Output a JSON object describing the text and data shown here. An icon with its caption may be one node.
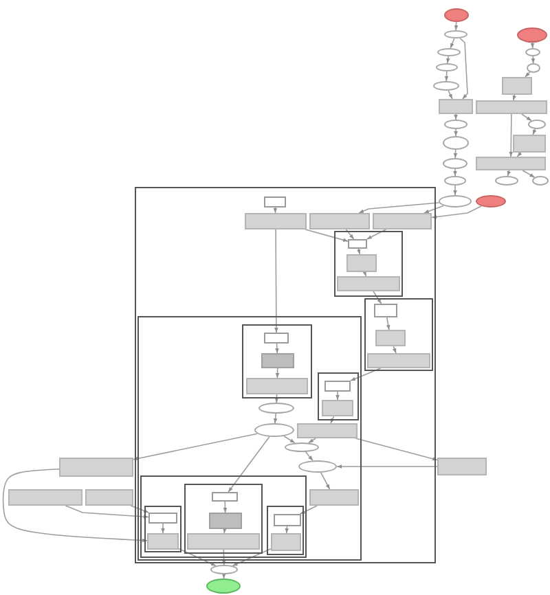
{
  "diagram": {
    "nodes": [
      {
        "text": [],
        "shape": "ellipse"
      },
      {
        "text": [],
        "shape": "ellipse"
      },
      {
        "text": [],
        "shape": "ellipse"
      },
      {
        "text": [],
        "shape": "ellipse"
      },
      {
        "text": [],
        "shape": "ellipse"
      },
      {
        "text": [],
        "shape": "ellipse"
      },
      {
        "text": [],
        "shape": "ellipse"
      },
      {
        "text": [],
        "shape": "box"
      },
      {
        "text": [],
        "shape": "ellipse"
      },
      {
        "text": [],
        "shape": "box"
      },
      {
        "text": [],
        "shape": "box"
      },
      {
        "text": [],
        "shape": "ellipse"
      },
      {
        "text": [],
        "shape": "ellipse"
      },
      {
        "text": [],
        "shape": "box"
      },
      {
        "text": [],
        "shape": "ellipse"
      },
      {
        "text": [],
        "shape": "box"
      },
      {
        "text": [],
        "shape": "ellipse"
      },
      {
        "text": [],
        "shape": "ellipse"
      },
      {
        "text": [],
        "shape": "ellipse"
      },
      {
        "text": [],
        "shape": "ellipse"
      },
      {
        "text": [],
        "shape": "box"
      },
      {
        "text": [],
        "shape": "box",
        "in": 20
      },
      {
        "text": [],
        "shape": "ellipse"
      },
      {
        "text": [],
        "shape": "ellipse"
      },
      {
        "text": [],
        "shape": "box",
        "in": 20
      },
      {
        "text": [],
        "shape": "box",
        "in": 20
      },
      {
        "text": [],
        "shape": "box",
        "in": 20
      },
      {
        "text": [],
        "shape": "box",
        "in": 20
      },
      {
        "text": [],
        "shape": "box",
        "in": 27
      },
      {
        "text": [],
        "shape": "box",
        "in": 27
      },
      {
        "text": [],
        "shape": "box",
        "in": 27
      },
      {
        "text": [],
        "shape": "box",
        "in": 20
      },
      {
        "text": [],
        "shape": "box",
        "in": 31
      },
      {
        "text": [],
        "shape": "box",
        "in": 31
      },
      {
        "text": [],
        "shape": "box",
        "in": 31
      },
      {
        "text": [],
        "shape": "box",
        "in": 20
      },
      {
        "text": [],
        "shape": "box",
        "in": 35
      },
      {
        "text": [],
        "shape": "box",
        "in": 36
      },
      {
        "text": [],
        "shape": "box",
        "in": 36
      },
      {
        "text": [],
        "shape": "box",
        "in": 36
      },
      {
        "text": [],
        "shape": "box",
        "in": 35
      },
      {
        "text": [],
        "shape": "box",
        "in": 40
      },
      {
        "text": [],
        "shape": "box",
        "in": 40
      },
      {
        "text": [],
        "shape": "ellipse",
        "in": 35
      },
      {
        "text": [],
        "shape": "ellipse",
        "in": 35
      },
      {
        "text": [],
        "shape": "box",
        "in": 35
      },
      {
        "text": [],
        "shape": "ellipse",
        "in": 35
      },
      {
        "text": [],
        "shape": "box"
      },
      {
        "text": [],
        "shape": "box"
      },
      {
        "text": [],
        "shape": "ellipse",
        "in": 35
      },
      {
        "text": [],
        "shape": "box",
        "in": 35
      },
      {
        "text": [],
        "shape": "box",
        "in": 50
      },
      {
        "text": [],
        "shape": "box",
        "in": 51
      },
      {
        "text": [],
        "shape": "box"
      },
      {
        "text": [],
        "shape": "box"
      },
      {
        "text": [],
        "shape": "box",
        "in": 35
      },
      {
        "text": [],
        "shape": "box",
        "in": 50
      },
      {
        "text": [],
        "shape": "box",
        "in": 56
      },
      {
        "text": [],
        "shape": "box",
        "in": 51
      },
      {
        "text": [],
        "shape": "box",
        "in": 50
      },
      {
        "text": [],
        "shape": "box",
        "in": 59
      },
      {
        "text": [],
        "shape": "box",
        "in": 56
      },
      {
        "text": [],
        "shape": "box",
        "in": 51
      },
      {
        "text": [],
        "shape": "box",
        "in": 59
      },
      {
        "text": [],
        "shape": "ellipse"
      },
      {
        "text": [],
        "shape": "ellipse"
      }
    ],
    "edges": [
      {
        "from": 0,
        "to": 1,
        "arrow": "to"
      },
      {
        "from": 1,
        "to": 3,
        "arrow": "to"
      },
      {
        "from": 3,
        "to": 5,
        "arrow": "to"
      },
      {
        "from": 5,
        "to": 8,
        "arrow": "to"
      },
      {
        "from": 8,
        "to": 9,
        "arrow": "to"
      },
      {
        "from": 1,
        "to": 9,
        "arrow": "to"
      },
      {
        "from": 2,
        "to": 4,
        "arrow": "to"
      },
      {
        "from": 4,
        "to": 6,
        "arrow": "to"
      },
      {
        "from": 6,
        "to": 7,
        "arrow": "to"
      },
      {
        "from": 7,
        "to": 10,
        "arrow": "to"
      },
      {
        "from": 9,
        "to": 11,
        "arrow": "to"
      },
      {
        "from": 10,
        "to": 12,
        "arrow": "to"
      },
      {
        "from": 12,
        "to": 13,
        "arrow": "to"
      },
      {
        "from": 13,
        "to": 15,
        "arrow": "to"
      },
      {
        "from": 10,
        "to": 15,
        "arrow": "to"
      },
      {
        "from": 11,
        "to": 14,
        "arrow": "to"
      },
      {
        "from": 14,
        "to": 16,
        "arrow": "to"
      },
      {
        "from": 16,
        "to": 17,
        "arrow": "to"
      },
      {
        "from": 15,
        "to": 18,
        "arrow": "to"
      },
      {
        "from": 15,
        "to": 19,
        "arrow": "to"
      },
      {
        "from": 17,
        "to": 22,
        "arrow": "to"
      },
      {
        "from": 22,
        "to": 25,
        "arrow": "to"
      },
      {
        "from": 22,
        "to": 26,
        "arrow": "to"
      },
      {
        "from": 23,
        "to": 26,
        "arrow": "to"
      },
      {
        "from": 21,
        "to": 24,
        "arrow": "to"
      },
      {
        "from": 24,
        "to": 28,
        "arrow": "to"
      },
      {
        "from": 25,
        "to": 28,
        "arrow": "to"
      },
      {
        "from": 26,
        "to": 28,
        "arrow": "to"
      },
      {
        "from": 28,
        "to": 29,
        "arrow": "to"
      },
      {
        "from": 29,
        "to": 30,
        "arrow": "to"
      },
      {
        "from": 30,
        "to": 32,
        "arrow": "to"
      },
      {
        "from": 32,
        "to": 33,
        "arrow": "to"
      },
      {
        "from": 33,
        "to": 34,
        "arrow": "to"
      },
      {
        "from": 24,
        "to": 37,
        "arrow": "to"
      },
      {
        "from": 37,
        "to": 38,
        "arrow": "to"
      },
      {
        "from": 38,
        "to": 39,
        "arrow": "to"
      },
      {
        "from": 39,
        "to": 43,
        "arrow": "to"
      },
      {
        "from": 43,
        "to": 44,
        "arrow": "to"
      },
      {
        "from": 34,
        "to": 41,
        "arrow": "to"
      },
      {
        "from": 41,
        "to": 42,
        "arrow": "to"
      },
      {
        "from": 42,
        "to": 45,
        "arrow": "to"
      },
      {
        "from": 44,
        "to": 46,
        "arrow": "to"
      },
      {
        "from": 45,
        "to": 46,
        "arrow": "to"
      },
      {
        "from": 46,
        "to": 49,
        "arrow": "to"
      },
      {
        "from": 45,
        "to": 47,
        "arrow": "to"
      },
      {
        "from": 47,
        "to": 49,
        "arrow": "to"
      },
      {
        "from": 49,
        "to": 55,
        "arrow": "to"
      },
      {
        "from": 55,
        "to": 60,
        "arrow": "to"
      },
      {
        "from": 44,
        "to": 48,
        "arrow": "to"
      },
      {
        "from": 48,
        "to": 61,
        "arrow": "to"
      },
      {
        "from": 53,
        "to": 57,
        "arrow": "to"
      },
      {
        "from": 54,
        "to": 57,
        "arrow": "to"
      },
      {
        "from": 44,
        "to": 52,
        "arrow": "to"
      },
      {
        "from": 52,
        "to": 58,
        "arrow": "to"
      },
      {
        "from": 58,
        "to": 62,
        "arrow": "to"
      },
      {
        "from": 57,
        "to": 61,
        "arrow": "to"
      },
      {
        "from": 60,
        "to": 63,
        "arrow": "to"
      },
      {
        "from": 62,
        "to": 64,
        "arrow": "to"
      },
      {
        "from": 61,
        "to": 64,
        "arrow": "to"
      },
      {
        "from": 63,
        "to": 64,
        "arrow": "to"
      },
      {
        "from": 64,
        "to": 65,
        "arrow": "to"
      }
    ]
  }
}
